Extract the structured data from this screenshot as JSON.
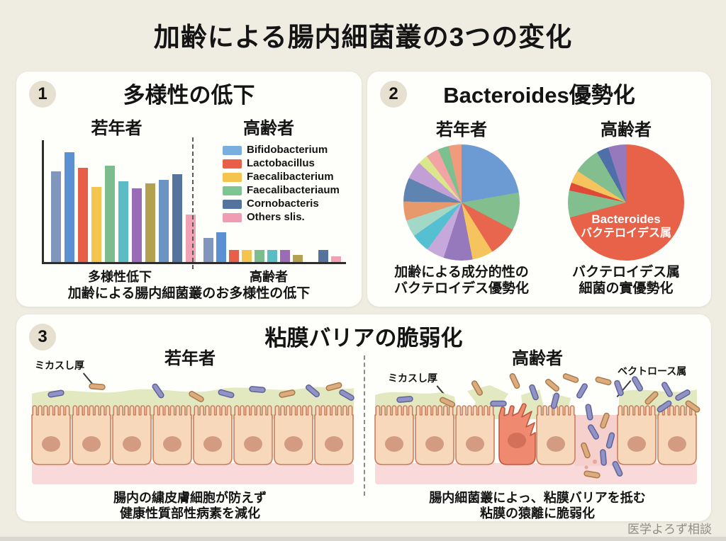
{
  "page": {
    "title": "加齢による腸内細菌叢の3つの変化",
    "footer": "医学よろず相談"
  },
  "panels": {
    "diversity": {
      "number": "1",
      "title": "多様性の低下",
      "young_label": "若年者",
      "old_label": "高齢者",
      "xlabel_young": "多様性低下",
      "xlabel_old": "高齢者",
      "caption": "加齢による腸内細菌叢のお多様性の低下"
    },
    "bacteroides": {
      "number": "2",
      "title": "Bacteroides優勢化",
      "young_label": "若年者",
      "old_label": "高齢者",
      "pie_label_en": "Bacteroides",
      "pie_label_jp": "バクテロイデス属",
      "caption_young_1": "加齢による成分的性の",
      "caption_young_2": "バクテロイデス優勢化",
      "caption_old_1": "バクテロイデス属",
      "caption_old_2": "細菌の實優勢化"
    },
    "mucosa": {
      "number": "3",
      "title": "粘膜バリアの脆弱化",
      "young_label": "若年者",
      "old_label": "高齢者",
      "mucus_label_young": "ミカスし厚",
      "mucus_label_old": "ミカスし厚",
      "bacteria_label_old": "ベクトロース属",
      "caption_young_1": "腸内の繍皮膚細胞が防えず",
      "caption_young_2": "健康性質部性病素を減化",
      "caption_old_1": "腸内細菌叢によっ、粘膜バリアを抵む",
      "caption_old_2": "粘膜の猿離に脆弱化"
    }
  },
  "chart_data": [
    {
      "type": "bar",
      "title": "多様性の低下",
      "groups": [
        {
          "name": "若年者",
          "values": [
            76,
            92,
            79,
            63,
            81,
            68,
            62,
            66,
            69,
            74,
            40
          ]
        },
        {
          "name": "高齢者",
          "values": [
            20,
            25,
            10,
            10,
            10,
            10,
            10,
            6,
            0,
            10,
            5
          ]
        }
      ],
      "bar_colors": [
        "#8096bc",
        "#5b90d2",
        "#e85e48",
        "#f5c44e",
        "#7dbd8d",
        "#5bbcc6",
        "#9a6cb8",
        "#b3a050",
        "#6d93c2",
        "#54749e",
        "#f0a2b4"
      ],
      "legend": [
        {
          "label": "Bifidobacterium",
          "color": "#79aede"
        },
        {
          "label": "Lactobacillus",
          "color": "#e85e48"
        },
        {
          "label": "Faecalibacterium",
          "color": "#f5c44e"
        },
        {
          "label": "Faecalibacteriaum",
          "color": "#7dc591"
        },
        {
          "label": "Cornobacteris",
          "color": "#54749e"
        },
        {
          "label": "Others slis.",
          "color": "#f09cb2"
        }
      ],
      "ylim": [
        0,
        100
      ],
      "grid": false
    },
    {
      "type": "pie",
      "title": "若年者",
      "slices": [
        {
          "color": "#6b9bd2",
          "deg": 80
        },
        {
          "color": "#83bf8e",
          "deg": 38
        },
        {
          "color": "#e8664e",
          "deg": 30
        },
        {
          "color": "#f5c45e",
          "deg": 21
        },
        {
          "color": "#9678bd",
          "deg": 29
        },
        {
          "color": "#c6a8da",
          "deg": 18
        },
        {
          "color": "#55c0d2",
          "deg": 19
        },
        {
          "color": "#a2d8c5",
          "deg": 17
        },
        {
          "color": "#e8996c",
          "deg": 19
        },
        {
          "color": "#5f84b2",
          "deg": 24
        },
        {
          "color": "#c2a0d6",
          "deg": 18
        },
        {
          "color": "#dce68c",
          "deg": 10
        },
        {
          "color": "#f2a3a3",
          "deg": 13
        },
        {
          "color": "#7cc08f",
          "deg": 11
        },
        {
          "color": "#f09a7e",
          "deg": 13
        }
      ]
    },
    {
      "type": "pie",
      "title": "高齢者",
      "slices": [
        {
          "label": "Bacteroides バクテロイデス属",
          "color": "#e8624a",
          "deg": 255
        },
        {
          "color": "#83bf8e",
          "deg": 27
        },
        {
          "color": "#e04838",
          "deg": 8
        },
        {
          "color": "#f5c45e",
          "deg": 13
        },
        {
          "color": "#83bf8e",
          "deg": 27
        },
        {
          "color": "#4f6fa8",
          "deg": 12
        },
        {
          "color": "#9678bd",
          "deg": 18
        }
      ]
    }
  ],
  "illustration_colors": {
    "mucus": "#e2e8bf",
    "cell_fill": "#f7d8bb",
    "cell_stroke": "#c97e60",
    "nucleus": "#d39b81",
    "base": "#f9d9d9",
    "damaged_cell": "#ef8a70",
    "damaged_stroke": "#c0563c",
    "damaged_nucleus": "#d2705a",
    "invasion": "#f5d0cd",
    "bact_blue": "#9193c5",
    "bact_blue_stroke": "#5f639c",
    "bact_tan": "#dcab7e",
    "bact_tan_stroke": "#aa7a4a"
  }
}
